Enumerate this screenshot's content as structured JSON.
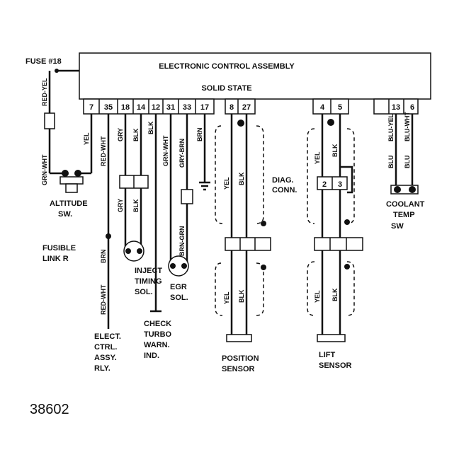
{
  "ecu": {
    "title": "ELECTRONIC CONTROL ASSEMBLY",
    "subtitle": "SOLID STATE",
    "pins": [
      "7",
      "35",
      "18",
      "14",
      "12",
      "31",
      "33",
      "17",
      "8",
      "27",
      "4",
      "5",
      "13",
      "6"
    ]
  },
  "labels": {
    "fuse": "FUSE #18",
    "altitude_1": "ALTITUDE",
    "altitude_2": "SW.",
    "fusible_1": "FUSIBLE",
    "fusible_2": "LINK R",
    "inject_1": "INJECT",
    "inject_2": "TIMING",
    "inject_3": "SOL.",
    "egr_1": "EGR",
    "egr_2": "SOL.",
    "elect_1": "ELECT.",
    "elect_2": "CTRL.",
    "elect_3": "ASSY.",
    "elect_4": "RLY.",
    "check_1": "CHECK",
    "check_2": "TURBO",
    "check_3": "WARN.",
    "check_4": "IND.",
    "position_1": "POSITION",
    "position_2": "SENSOR",
    "diag_1": "DIAG.",
    "diag_2": "CONN.",
    "diag_pin_a": "2",
    "diag_pin_b": "3",
    "lift_1": "LIFT",
    "lift_2": "SENSOR",
    "coolant_1": "COOLANT",
    "coolant_2": "TEMP",
    "coolant_3": "SW",
    "figure_number": "38602"
  },
  "wire_colors": {
    "red_yel": "RED-YEL",
    "grn_wht": "GRN-WHT",
    "yel": "YEL",
    "red_wht": "RED-WHT",
    "gry": "GRY",
    "blk": "BLK",
    "brn": "BRN",
    "gry_brn": "GRY-BRN",
    "brn_grn": "BRN-GRN",
    "blu_yel": "BLU-YEL",
    "blu_wht": "BLU-WHT"
  }
}
